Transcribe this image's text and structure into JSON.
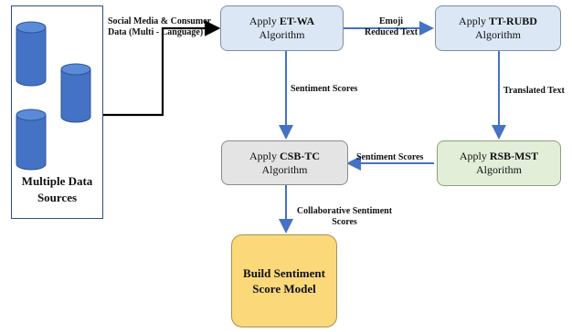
{
  "diagram": {
    "sources": {
      "label_line1": "Multiple Data",
      "label_line2": "Sources",
      "cylinder_count": 3
    },
    "edge_labels": {
      "social_line1": "Social Media & Consumer",
      "social_line2": "Data (Multi - Language)",
      "emoji_line1": "Emoji",
      "emoji_line2": "Reduced Text",
      "sentiment_scores_1": "Sentiment Scores",
      "translated_text": "Translated Text",
      "sentiment_scores_2": "Sentiment Scores",
      "collab_line1": "Collaborative Sentiment",
      "collab_line2": "Scores"
    },
    "nodes": {
      "etwa": {
        "prefix": "Apply ",
        "name": "ET-WA",
        "suffix": "Algorithm"
      },
      "ttrubd": {
        "prefix": "Apply ",
        "name": "TT-RUBD",
        "suffix": "Algorithm"
      },
      "rsbmst": {
        "prefix": "Apply ",
        "name": "RSB-MST",
        "suffix": "Algorithm"
      },
      "csbtc": {
        "prefix": "Apply ",
        "name": "CSB-TC",
        "suffix": "Algorithm"
      },
      "model": {
        "line1": "Build Sentiment",
        "line2": "Score Model"
      }
    },
    "colors": {
      "cylinder": "#4472c4",
      "arrow": "#4472c4",
      "connector": "#000000"
    }
  }
}
